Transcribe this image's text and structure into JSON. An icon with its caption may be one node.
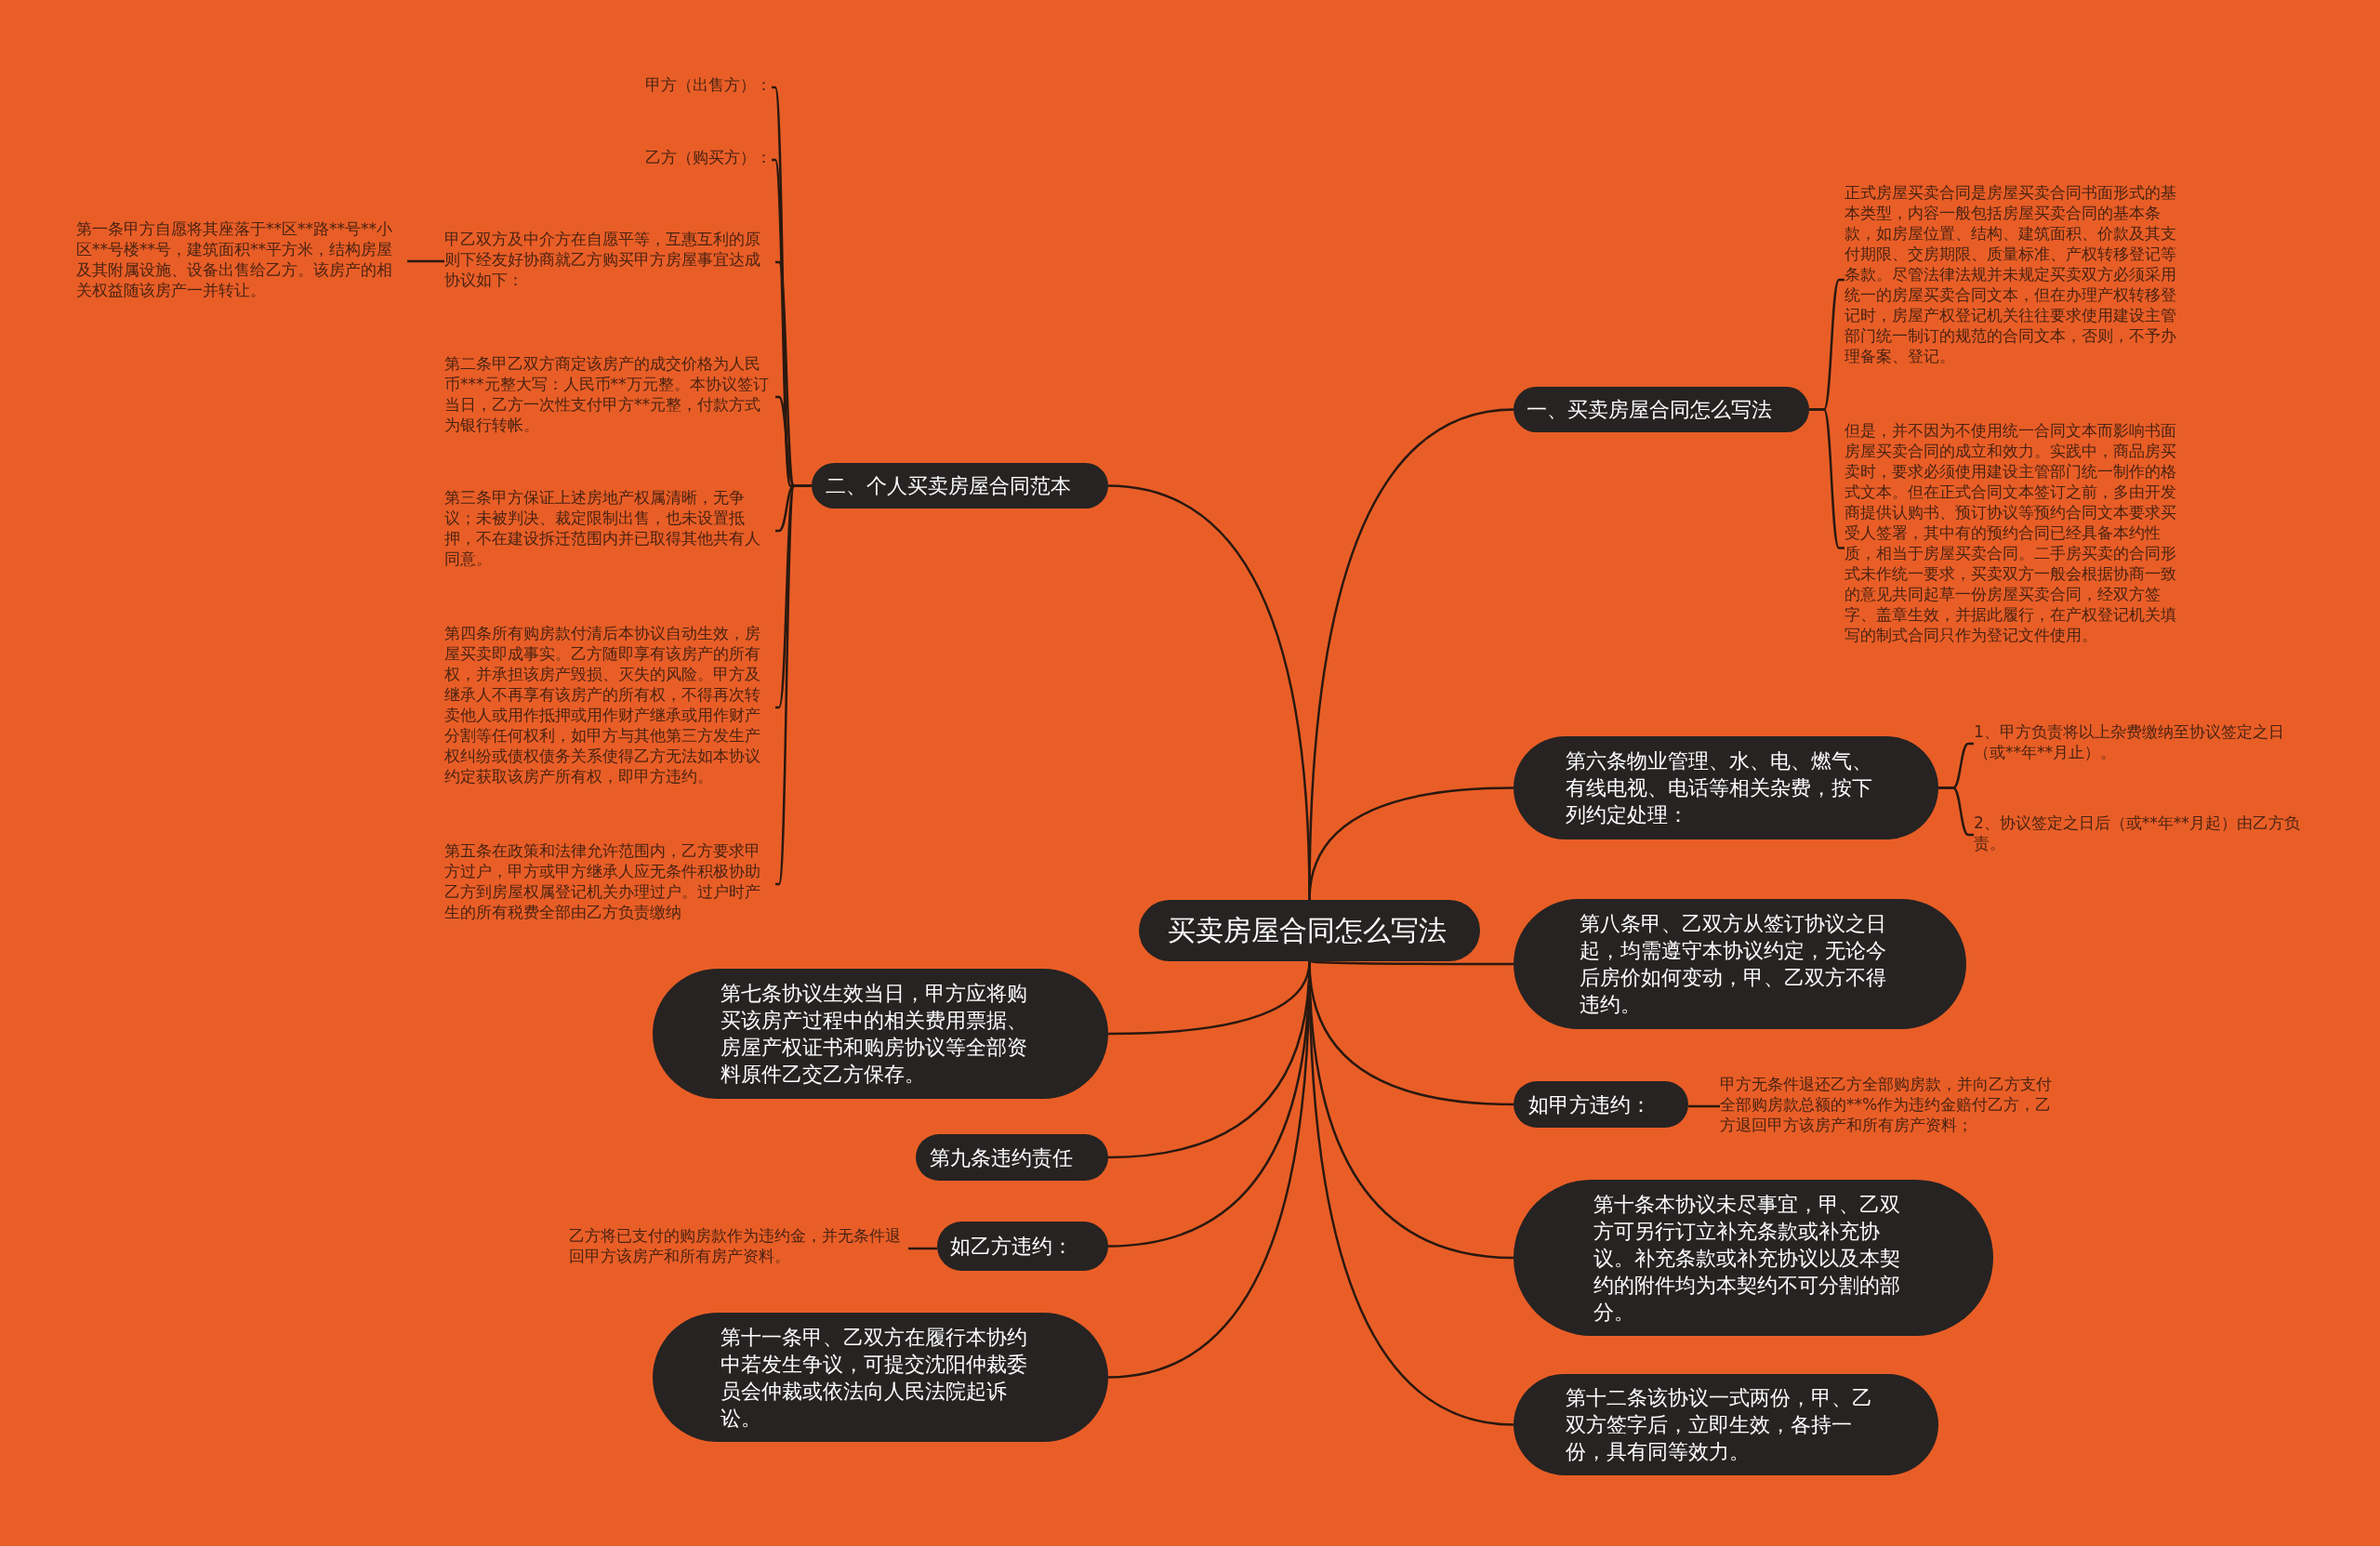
{
  "diagram": {
    "nodes": [
      {
        "text": [
          "买卖房屋合同怎么写法"
        ]
      },
      {
        "text": [
          "一、买卖房屋合同怎么写法"
        ]
      },
      {
        "text": [
          "正式房屋买卖合同是房屋买卖合同书面形式的基本类型，内容一般包括房屋买卖合同的基本条款，如房屋位置、结构、建筑面积、价款及其支付期限、交房期限、质量标准、产权转移登记等条款。尽管法律法规并未规定买卖双方必须采用统一的房屋买卖合同文本，但在办理产权转移登记时，房屋产权登记机关往往要求使用建设主管部门统一制订的规范的合同文本，否则，不予办理备案、登记。"
        ]
      },
      {
        "text": [
          "但是，并不因为不使用统一合同文本而影响书面房屋买卖合同的成立和效力。实践中，商品房买卖时，要求必须使用建设主管部门统一制作的格式文本。但在正式合同文本签订之前，多由开发商提供认购书、预订协议等预约合同文本要求买受人签署，其中有的预约合同已经具备本约性质，相当于房屋买卖合同。二手房买卖的合同形式未作统一要求，买卖双方一般会根据协商一致的意见共同起草一份房屋买卖合同，经双方签字、盖章生效，并据此履行，在产权登记机关填写的制式合同只作为登记文件使用。"
        ]
      },
      {
        "text": [
          "第六条物业管理、水、电、燃气、有线电视、电话等相关杂费，按下列约定处理："
        ]
      },
      {
        "text": [
          "1、甲方负责将以上杂费缴纳至协议签定之日（或**年**月止）。"
        ]
      },
      {
        "text": [
          "2、协议签定之日后（或**年**月起）由乙方负责。"
        ]
      },
      {
        "text": [
          "第八条甲、乙双方从签订协议之日起，均需遵守本协议约定，无论今后房价如何变动，甲、乙双方不得违约。"
        ]
      },
      {
        "text": [
          "如甲方违约："
        ]
      },
      {
        "text": [
          "甲方无条件退还乙方全部购房款，并向乙方支付全部购房款总额的**%作为违约金赔付乙方，乙方退回甲方该房产和所有房产资料；"
        ]
      },
      {
        "text": [
          "第十条本协议未尽事宜，甲、乙双方可另行订立补充条款或补充协议。补充条款或补充协议以及本契约的附件均为本契约不可分割的部分。"
        ]
      },
      {
        "text": [
          "第十二条该协议一式两份，甲、乙双方签字后，立即生效，各持一份，具有同等效力。"
        ]
      },
      {
        "text": [
          "二、个人买卖房屋合同范本"
        ]
      },
      {
        "text": [
          "甲方（出售方）："
        ]
      },
      {
        "text": [
          "乙方（购买方）："
        ]
      },
      {
        "text": [
          "甲乙双方及中介方在自愿平等，互惠互利的原则下经友好协商就乙方购买甲方房屋事宜达成协议如下："
        ]
      },
      {
        "text": [
          "第一条甲方自愿将其座落于**区**路**号**小区**号楼**号，建筑面积**平方米，结构房屋及其附属设施、设备出售给乙方。该房产的相关权益随该房产一并转让。"
        ]
      },
      {
        "text": [
          "第二条甲乙双方商定该房产的成交价格为人民币***元整大写：人民币**万元整。本协议签订当日，乙方一次性支付甲方**元整，付款方式为银行转帐。"
        ]
      },
      {
        "text": [
          "第三条甲方保证上述房地产权属清晰，无争议；未被判决、裁定限制出售，也未设置抵押，不在建设拆迁范围内并已取得其他共有人同意。"
        ]
      },
      {
        "text": [
          "第四条所有购房款付清后本协议自动生效，房屋买卖即成事实。乙方随即享有该房产的所有权，并承担该房产毁损、灭失的风险。甲方及继承人不再享有该房产的所有权，不得再次转卖他人或用作抵押或用作财产继承或用作财产分割等任何权利，如甲方与其他第三方发生产权纠纷或债权债务关系使得乙方无法如本协议约定获取该房产所有权，即甲方违约。"
        ]
      },
      {
        "text": [
          "第五条在政策和法律允许范围内，乙方要求甲方过户，甲方或甲方继承人应无条件积极协助乙方到房屋权属登记机关办理过户。过户时产生的所有税费全部由乙方负责缴纳"
        ]
      },
      {
        "text": [
          "第七条协议生效当日，甲方应将购买该房产过程中的相关费用票据、房屋产权证书和购房协议等全部资料原件乙交乙方保存。"
        ]
      },
      {
        "text": [
          "第九条违约责任"
        ]
      },
      {
        "text": [
          "如乙方违约："
        ]
      },
      {
        "text": [
          "乙方将已支付的购房款作为违约金，并无条件退回甲方该房产和所有房产资料。"
        ]
      },
      {
        "text": [
          "第十一条甲、乙双方在履行本协约中若发生争议，可提交沈阳仲裁委员会仲裁或依法向人民法院起诉讼。"
        ]
      }
    ],
    "edges": [
      {
        "from": 0,
        "to": 1,
        "arrow": "none"
      },
      {
        "from": 1,
        "to": 2,
        "arrow": "none"
      },
      {
        "from": 1,
        "to": 3,
        "arrow": "none"
      },
      {
        "from": 0,
        "to": 4,
        "arrow": "none"
      },
      {
        "from": 4,
        "to": 5,
        "arrow": "none"
      },
      {
        "from": 4,
        "to": 6,
        "arrow": "none"
      },
      {
        "from": 0,
        "to": 7,
        "arrow": "none"
      },
      {
        "from": 0,
        "to": 8,
        "arrow": "none"
      },
      {
        "from": 8,
        "to": 9,
        "arrow": "none"
      },
      {
        "from": 0,
        "to": 10,
        "arrow": "none"
      },
      {
        "from": 0,
        "to": 11,
        "arrow": "none"
      },
      {
        "from": 0,
        "to": 12,
        "arrow": "none"
      },
      {
        "from": 12,
        "to": 13,
        "arrow": "none"
      },
      {
        "from": 12,
        "to": 14,
        "arrow": "none"
      },
      {
        "from": 12,
        "to": 15,
        "arrow": "none"
      },
      {
        "from": 15,
        "to": 16,
        "arrow": "none"
      },
      {
        "from": 12,
        "to": 17,
        "arrow": "none"
      },
      {
        "from": 12,
        "to": 18,
        "arrow": "none"
      },
      {
        "from": 12,
        "to": 19,
        "arrow": "none"
      },
      {
        "from": 12,
        "to": 20,
        "arrow": "none"
      },
      {
        "from": 0,
        "to": 21,
        "arrow": "none"
      },
      {
        "from": 0,
        "to": 22,
        "arrow": "none"
      },
      {
        "from": 0,
        "to": 23,
        "arrow": "none"
      },
      {
        "from": 23,
        "to": 24,
        "arrow": "none"
      },
      {
        "from": 0,
        "to": 25,
        "arrow": "none"
      }
    ]
  }
}
